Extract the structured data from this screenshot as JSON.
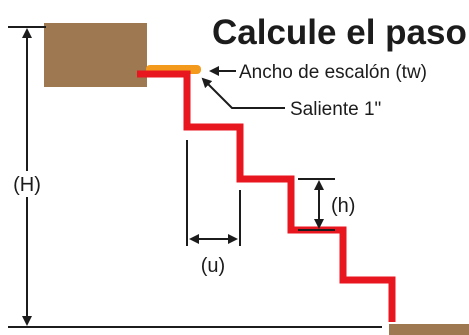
{
  "title": "Calcule el paso y",
  "labels": {
    "tread_width": "Ancho de escalón (tw)",
    "nosing": "Saliente 1\"",
    "total_rise": "(H)",
    "rise": "(h)",
    "run": "(u)"
  },
  "colors": {
    "stringer": "#e8161f",
    "tread": "#f39a1d",
    "wood": "#9e7850",
    "line": "#1c1c1c",
    "background": "#ffffff"
  }
}
